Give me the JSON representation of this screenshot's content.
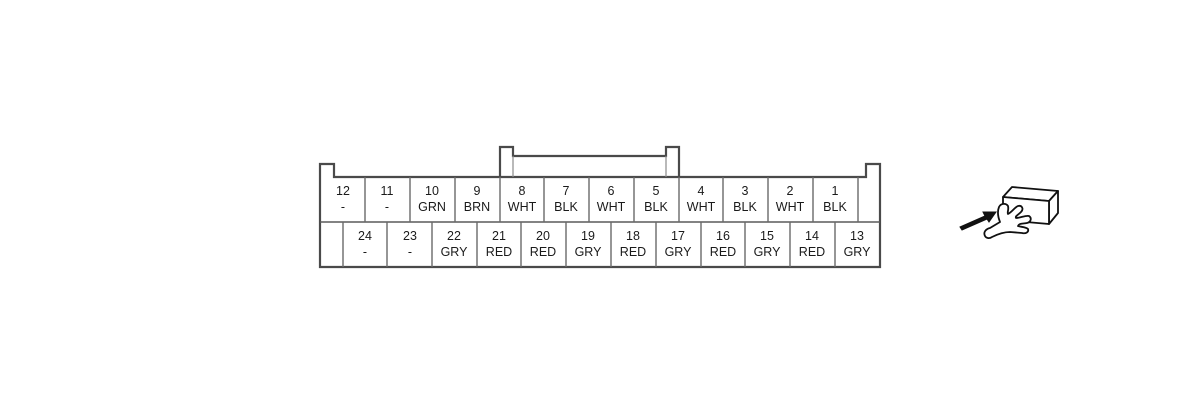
{
  "connector": {
    "view": "terminal-side",
    "pin_count": 24,
    "outline_color": "#4a4a4a",
    "divider_color": "#6a6a6a",
    "top_row": [
      {
        "pin": "12",
        "wire": "-"
      },
      {
        "pin": "11",
        "wire": "-"
      },
      {
        "pin": "10",
        "wire": "GRN"
      },
      {
        "pin": "9",
        "wire": "BRN"
      },
      {
        "pin": "8",
        "wire": "WHT"
      },
      {
        "pin": "7",
        "wire": "BLK"
      },
      {
        "pin": "6",
        "wire": "WHT"
      },
      {
        "pin": "5",
        "wire": "BLK"
      },
      {
        "pin": "4",
        "wire": "WHT"
      },
      {
        "pin": "3",
        "wire": "BLK"
      },
      {
        "pin": "2",
        "wire": "WHT"
      },
      {
        "pin": "1",
        "wire": "BLK"
      }
    ],
    "bottom_row": [
      {
        "pin": "24",
        "wire": "-"
      },
      {
        "pin": "23",
        "wire": "-"
      },
      {
        "pin": "22",
        "wire": "GRY"
      },
      {
        "pin": "21",
        "wire": "RED"
      },
      {
        "pin": "20",
        "wire": "RED"
      },
      {
        "pin": "19",
        "wire": "GRY"
      },
      {
        "pin": "18",
        "wire": "RED"
      },
      {
        "pin": "17",
        "wire": "GRY"
      },
      {
        "pin": "16",
        "wire": "RED"
      },
      {
        "pin": "15",
        "wire": "GRY"
      },
      {
        "pin": "14",
        "wire": "RED"
      },
      {
        "pin": "13",
        "wire": "GRY"
      }
    ]
  },
  "legend_icon": {
    "name": "hand-pushing-connector-icon",
    "meaning": "connector-front-view"
  }
}
